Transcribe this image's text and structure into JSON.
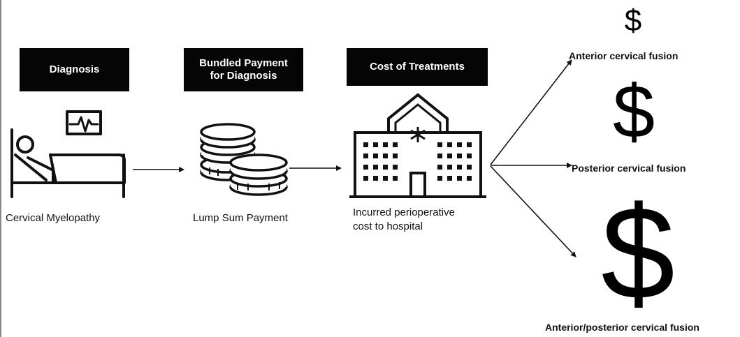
{
  "stages": [
    {
      "header": "Diagnosis",
      "caption": "Cervical Myelopathy",
      "icon": "patient-bed-icon"
    },
    {
      "header": "Bundled Payment\nfor Diagnosis",
      "caption": "Lump Sum Payment",
      "icon": "coins-icon"
    },
    {
      "header": "Cost of Treatments",
      "caption": "Incurred perioperative\ncost to hospital",
      "icon": "hospital-icon"
    }
  ],
  "outcomes": [
    {
      "label": "Anterior cervical fusion",
      "cost_symbol": "$",
      "relative_cost": 1
    },
    {
      "label": "Posterior cervical fusion",
      "cost_symbol": "$",
      "relative_cost": 2
    },
    {
      "label": "Anterior/posterior cervical fusion",
      "cost_symbol": "$",
      "relative_cost": 3
    }
  ],
  "colors": {
    "header_bg": "#050505",
    "header_text": "#ffffff",
    "line": "#111111"
  }
}
